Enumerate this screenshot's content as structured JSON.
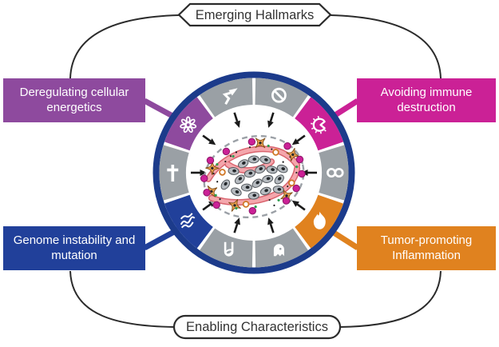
{
  "figure": {
    "top_label": "Emerging Hallmarks",
    "bottom_label": "Enabling Characteristics"
  },
  "boxes": {
    "top_left": {
      "label": "Deregulating cellular energetics"
    },
    "top_right": {
      "label": "Avoiding immune destruction"
    },
    "bottom_left": {
      "label": "Genome instability and mutation"
    },
    "bottom_right": {
      "label": "Tumor-promoting Inflammation"
    }
  },
  "colors": {
    "purple": "#8e4a9e",
    "magenta": "#cb2196",
    "blue": "#21409a",
    "orange": "#e0821f",
    "segment_gray": "#9aa0a5",
    "ring_navy": "#1c3b8b",
    "line": "#2b2b2b",
    "box_text": "#ffffff",
    "label_text": "#333333"
  },
  "wheel": {
    "segments": [
      {
        "name": "sustaining-proliferative-signaling",
        "icon": "bent-arrow-icon",
        "color_key": "segment_gray"
      },
      {
        "name": "evading-growth-suppressors",
        "icon": "prohibition-icon",
        "color_key": "segment_gray"
      },
      {
        "name": "avoiding-immune-destruction",
        "icon": "lymphocyte-icon",
        "color_key": "magenta"
      },
      {
        "name": "enabling-replicative-immortality",
        "icon": "infinity-icon",
        "color_key": "segment_gray"
      },
      {
        "name": "tumor-promoting-inflammation",
        "icon": "flame-icon",
        "color_key": "orange"
      },
      {
        "name": "activating-invasion-and-metastasis",
        "icon": "ghost-cell-icon",
        "color_key": "segment_gray"
      },
      {
        "name": "inducing-angiogenesis",
        "icon": "vessel-loop-icon",
        "color_key": "segment_gray"
      },
      {
        "name": "genome-instability-and-mutation",
        "icon": "scribble-icon",
        "color_key": "blue"
      },
      {
        "name": "resisting-cell-death",
        "icon": "cross-icon",
        "color_key": "segment_gray"
      },
      {
        "name": "deregulating-cellular-energetics",
        "icon": "atom-icon",
        "color_key": "purple"
      }
    ]
  }
}
